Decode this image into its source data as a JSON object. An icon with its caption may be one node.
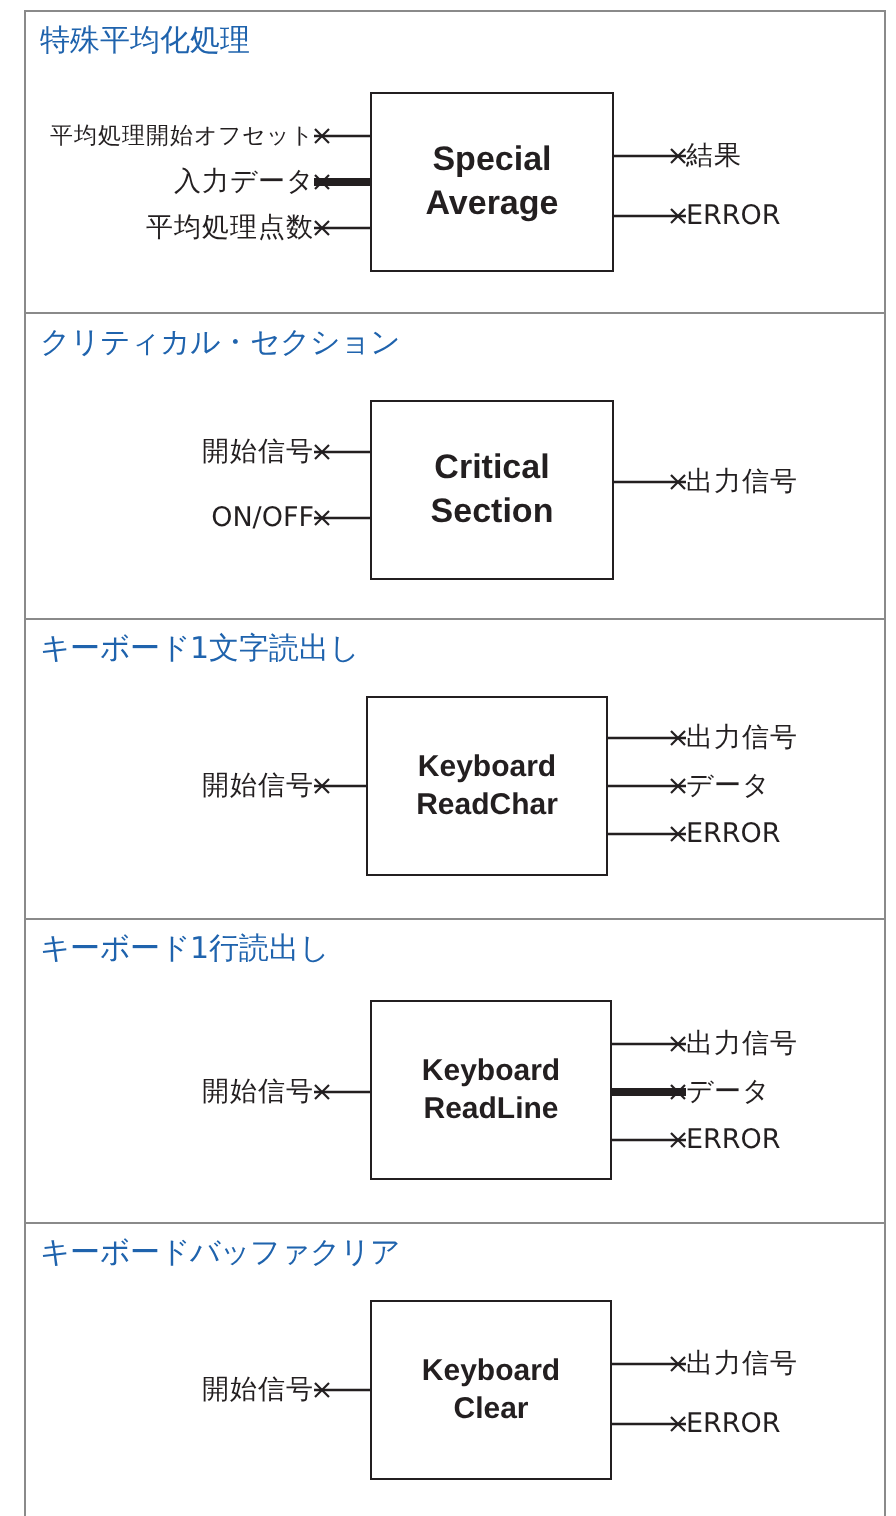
{
  "diagram": {
    "nodes": [
      {
        "text": [
          "特殊平均化処理"
        ]
      },
      {
        "text": [
          "Special Average"
        ],
        "in": 0
      },
      {
        "text": [
          "平均処理開始オフセット"
        ],
        "in": 0
      },
      {
        "text": [
          "入力データ"
        ],
        "in": 0
      },
      {
        "text": [
          "平均処理点数"
        ],
        "in": 0
      },
      {
        "text": [
          "結果"
        ],
        "in": 0
      },
      {
        "text": [
          "ERROR"
        ],
        "in": 0
      },
      {
        "text": [
          "クリティカル・セクション"
        ]
      },
      {
        "text": [
          "Critical Section"
        ],
        "in": 7
      },
      {
        "text": [
          "開始信号"
        ],
        "in": 7
      },
      {
        "text": [
          "ON/OFF"
        ],
        "in": 7
      },
      {
        "text": [
          "出力信号"
        ],
        "in": 7
      },
      {
        "text": [
          "キーボード1文字読出し"
        ]
      },
      {
        "text": [
          "Keyboard ReadChar"
        ],
        "in": 12
      },
      {
        "text": [
          "開始信号"
        ],
        "in": 12
      },
      {
        "text": [
          "出力信号"
        ],
        "in": 12
      },
      {
        "text": [
          "データ"
        ],
        "in": 12
      },
      {
        "text": [
          "ERROR"
        ],
        "in": 12
      },
      {
        "text": [
          "キーボード1行読出し"
        ]
      },
      {
        "text": [
          "Keyboard ReadLine"
        ],
        "in": 18
      },
      {
        "text": [
          "開始信号"
        ],
        "in": 18
      },
      {
        "text": [
          "出力信号"
        ],
        "in": 18
      },
      {
        "text": [
          "データ"
        ],
        "in": 18
      },
      {
        "text": [
          "ERROR"
        ],
        "in": 18
      },
      {
        "text": [
          "キーボードバッファクリア"
        ]
      },
      {
        "text": [
          "Keyboard Clear"
        ],
        "in": 24
      },
      {
        "text": [
          "開始信号"
        ],
        "in": 24
      },
      {
        "text": [
          "出力信号"
        ],
        "in": 24
      },
      {
        "text": [
          "ERROR"
        ],
        "in": 24
      }
    ],
    "edges": [
      {
        "from": 2,
        "to": 1,
        "arrow": "other"
      },
      {
        "from": 3,
        "to": 1,
        "arrow": "other",
        "style": "thick"
      },
      {
        "from": 4,
        "to": 1,
        "arrow": "other"
      },
      {
        "from": 1,
        "to": 5,
        "arrow": "other"
      },
      {
        "from": 1,
        "to": 6,
        "arrow": "other"
      },
      {
        "from": 9,
        "to": 8,
        "arrow": "other"
      },
      {
        "from": 10,
        "to": 8,
        "arrow": "other"
      },
      {
        "from": 8,
        "to": 11,
        "arrow": "other"
      },
      {
        "from": 14,
        "to": 13,
        "arrow": "other"
      },
      {
        "from": 13,
        "to": 15,
        "arrow": "other"
      },
      {
        "from": 13,
        "to": 16,
        "arrow": "other"
      },
      {
        "from": 13,
        "to": 17,
        "arrow": "other"
      },
      {
        "from": 20,
        "to": 19,
        "arrow": "other"
      },
      {
        "from": 19,
        "to": 21,
        "arrow": "other"
      },
      {
        "from": 19,
        "to": 22,
        "arrow": "other",
        "style": "thick"
      },
      {
        "from": 19,
        "to": 23,
        "arrow": "other"
      },
      {
        "from": 26,
        "to": 25,
        "arrow": "other"
      },
      {
        "from": 25,
        "to": 27,
        "arrow": "other"
      },
      {
        "from": 25,
        "to": 28,
        "arrow": "other"
      }
    ]
  }
}
